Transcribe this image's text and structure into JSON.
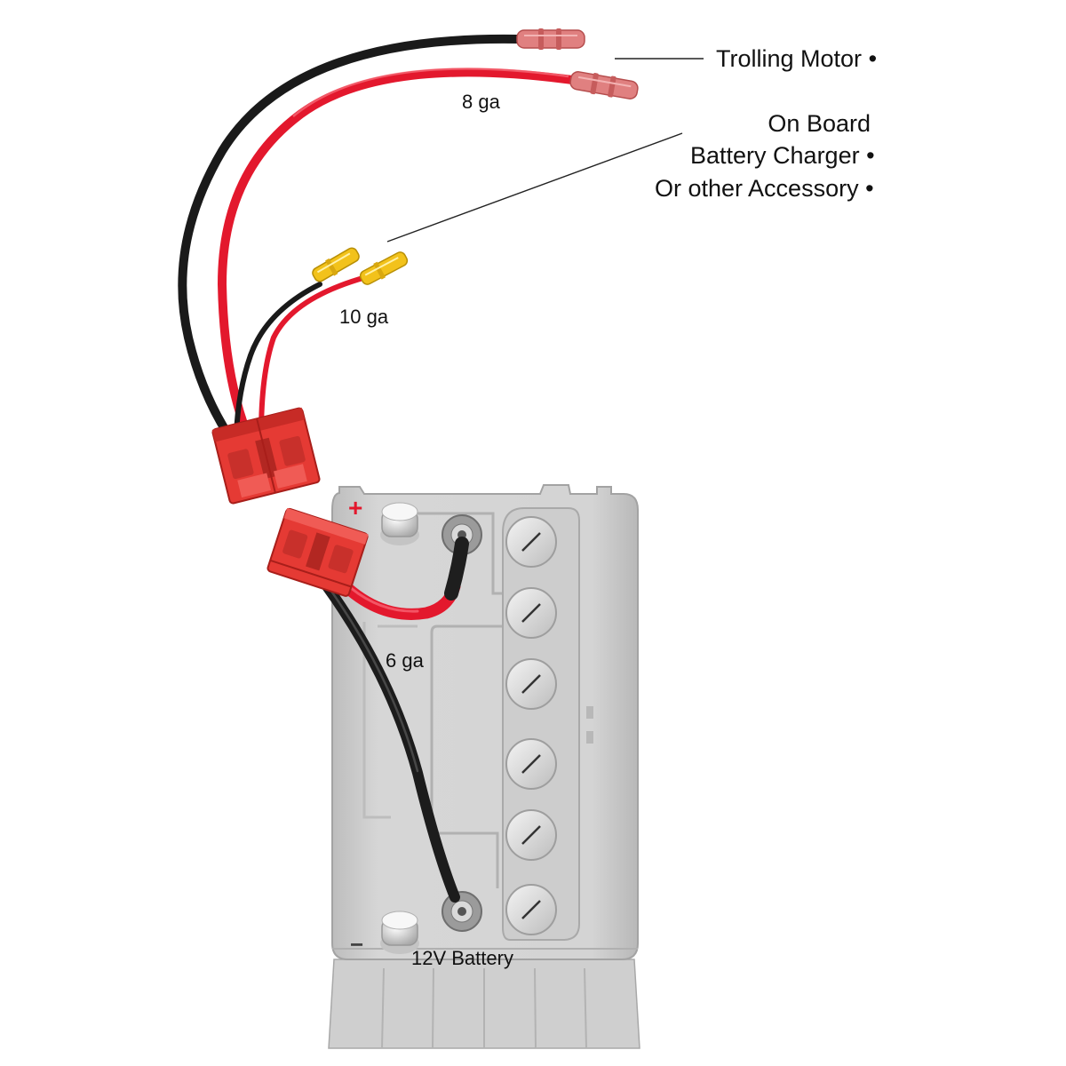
{
  "labels": {
    "trolling_motor": "Trolling Motor",
    "charger_line1": "On Board",
    "charger_line2": "Battery Charger",
    "charger_line3": "Or other Accessory",
    "bullet": "•",
    "gauge_8": "8 ga",
    "gauge_10": "10 ga",
    "gauge_6": "6 ga",
    "battery": "12V Battery",
    "positive_mark": "+",
    "negative_mark": "−"
  },
  "colors": {
    "wire_red": "#e3182d",
    "wire_black": "#1a1a1a",
    "connector_red": "#e53a34",
    "battery_case": "#d2d2d2",
    "heatshrink_red": "#e08080",
    "crimp_yellow": "#f2c21b"
  }
}
